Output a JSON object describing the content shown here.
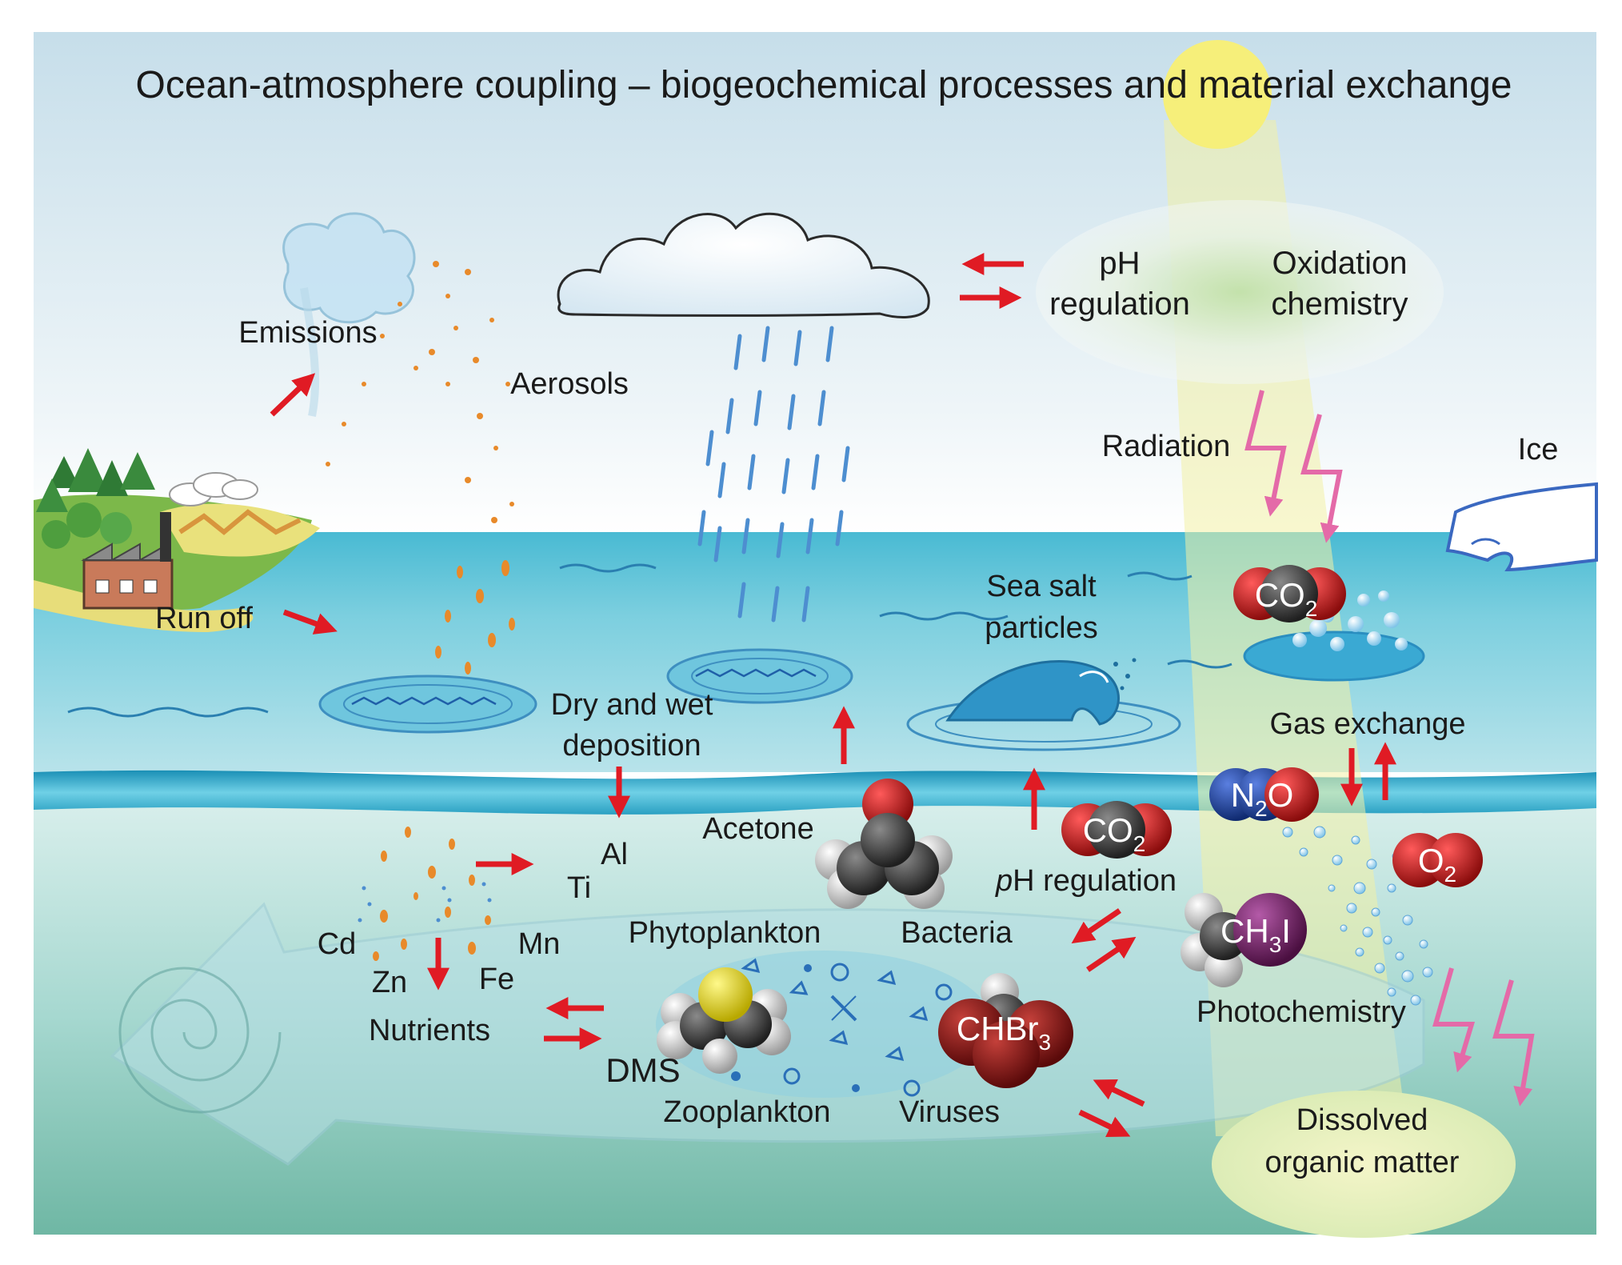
{
  "title": "Ocean-atmosphere coupling – biogeochemical processes and material exchange",
  "labels": {
    "emissions": "Emissions",
    "aerosols": "Aerosols",
    "ph_regulation_line1": "pH",
    "ph_regulation_line2": "regulation",
    "oxidation_line1": "Oxidation",
    "oxidation_line2": "chemistry",
    "radiation": "Radiation",
    "ice": "Ice",
    "run_off": "Run off",
    "sea_salt_line1": "Sea salt",
    "sea_salt_line2": "particles",
    "gas_exchange": "Gas exchange",
    "deposition_line1": "Dry and wet",
    "deposition_line2": "deposition",
    "acetone": "Acetone",
    "al": "Al",
    "ti": "Ti",
    "cd": "Cd",
    "zn": "Zn",
    "fe": "Fe",
    "mn": "Mn",
    "nutrients": "Nutrients",
    "phytoplankton": "Phytoplankton",
    "bacteria": "Bacteria",
    "ph_regulation_ocean_italic": "p",
    "ph_regulation_ocean_rest": "H regulation",
    "dms": "DMS",
    "zooplankton": "Zooplankton",
    "viruses": "Viruses",
    "photochemistry": "Photochemistry",
    "dom_line1": "Dissolved",
    "dom_line2": "organic matter"
  },
  "molecules": {
    "co2_surface": {
      "main": "CO",
      "sub": "2"
    },
    "co2_ocean": {
      "main": "CO",
      "sub": "2"
    },
    "n2o": {
      "pre": "N",
      "sub": "2",
      "post": "O"
    },
    "o2": {
      "main": "O",
      "sub": "2"
    },
    "ch3i": {
      "pre": "CH",
      "sub": "3",
      "post": "I"
    },
    "chbr3": {
      "main": "CHBr",
      "sub": "3"
    }
  },
  "colors": {
    "sky_top": "#c9e0ea",
    "sky_bottom": "#ffffff",
    "sea_surface": "#5fc2d6",
    "deep_ocean": "#7fc4b8",
    "arrow_red": "#e01b24",
    "radiation_pink": "#e46aa8",
    "sun": "#f6ef7a",
    "carbon": "#3a3a3a",
    "oxygen": "#c0181c",
    "nitrogen": "#1d3f9a",
    "iodine": "#7b1e6d",
    "bromine": "#8a1a1a",
    "sulfur": "#e6d81c"
  }
}
